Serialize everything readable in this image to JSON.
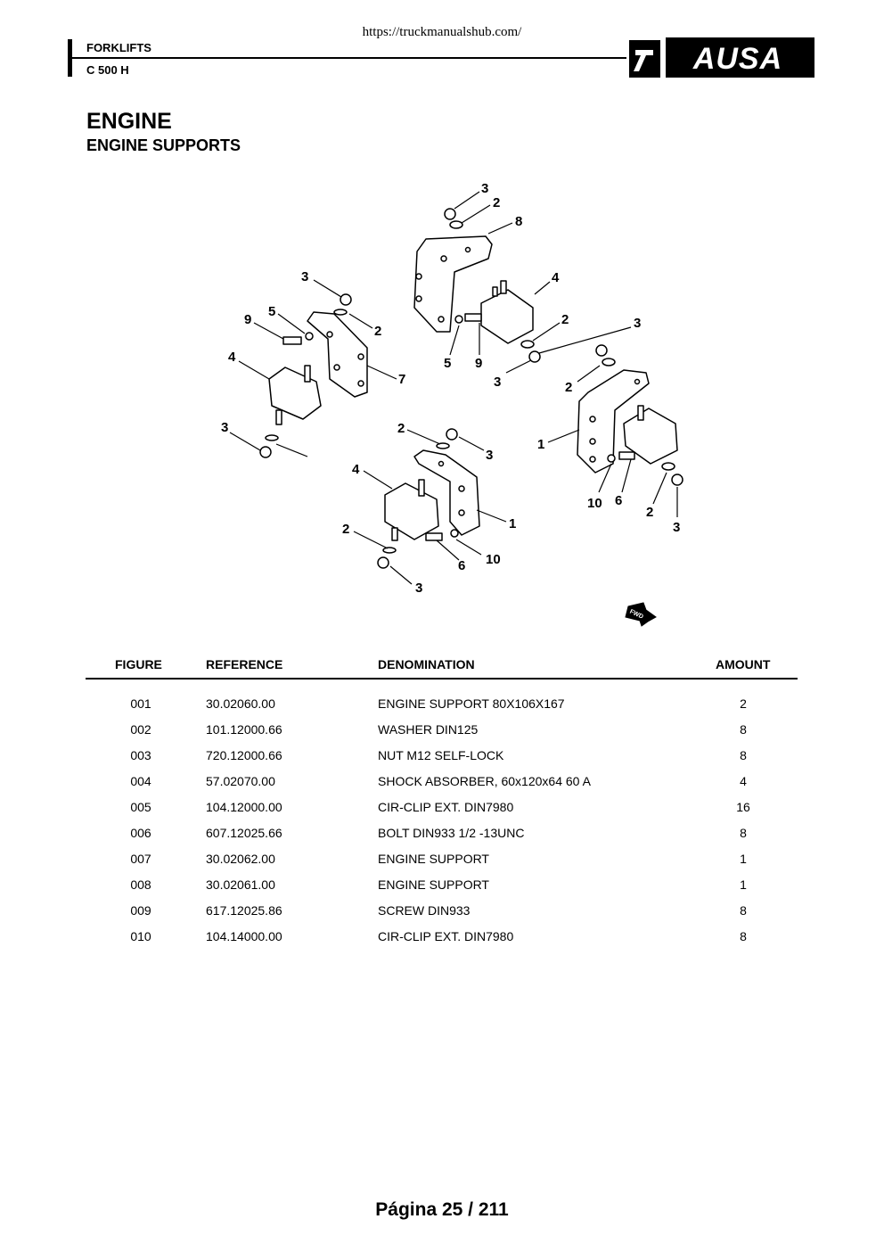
{
  "url": "https://truckmanualshub.com/",
  "header": {
    "category": "FORKLIFTS",
    "model": "C 500 H"
  },
  "logo": {
    "text": "AUSA"
  },
  "title": "ENGINE",
  "subtitle": "ENGINE SUPPORTS",
  "diagram": {
    "callouts": [
      "3",
      "2",
      "8",
      "3",
      "4",
      "9",
      "5",
      "2",
      "2",
      "3",
      "5",
      "9",
      "4",
      "7",
      "3",
      "2",
      "3",
      "2",
      "3",
      "1",
      "4",
      "1",
      "10",
      "6",
      "2",
      "3",
      "2",
      "6",
      "10",
      "3"
    ],
    "fwd_label": "FWD"
  },
  "table": {
    "headers": {
      "figure": "FIGURE",
      "reference": "REFERENCE",
      "denomination": "DENOMINATION",
      "amount": "AMOUNT"
    },
    "rows": [
      {
        "figure": "001",
        "reference": "30.02060.00",
        "denomination": "ENGINE SUPPORT 80X106X167",
        "amount": "2"
      },
      {
        "figure": "002",
        "reference": "101.12000.66",
        "denomination": "WASHER DIN125",
        "amount": "8"
      },
      {
        "figure": "003",
        "reference": "720.12000.66",
        "denomination": "NUT M12 SELF-LOCK",
        "amount": "8"
      },
      {
        "figure": "004",
        "reference": "57.02070.00",
        "denomination": "SHOCK ABSORBER, 60x120x64 60 A",
        "amount": "4"
      },
      {
        "figure": "005",
        "reference": "104.12000.00",
        "denomination": "CIR-CLIP EXT. DIN7980",
        "amount": "16"
      },
      {
        "figure": "006",
        "reference": "607.12025.66",
        "denomination": "BOLT DIN933 1/2 -13UNC",
        "amount": "8"
      },
      {
        "figure": "007",
        "reference": "30.02062.00",
        "denomination": "ENGINE SUPPORT",
        "amount": "1"
      },
      {
        "figure": "008",
        "reference": "30.02061.00",
        "denomination": "ENGINE SUPPORT",
        "amount": "1"
      },
      {
        "figure": "009",
        "reference": "617.12025.86",
        "denomination": "SCREW DIN933",
        "amount": "8"
      },
      {
        "figure": "010",
        "reference": "104.14000.00",
        "denomination": "CIR-CLIP EXT. DIN7980",
        "amount": "8"
      }
    ]
  },
  "footer": "Página 25 / 211"
}
